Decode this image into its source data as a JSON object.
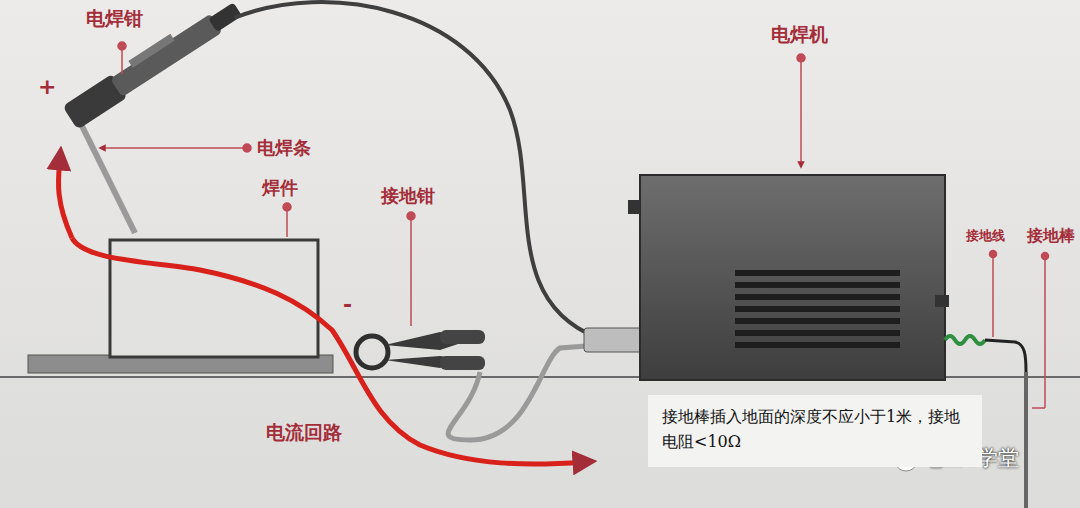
{
  "diagram": {
    "nodes": [
      {
        "text": [
          "接地棒插入地面的深度不应小于1米，接地电阻<10Ω"
        ]
      }
    ],
    "labels": [
      "电焊钳",
      "+",
      "电焊条",
      "焊件",
      "接地钳",
      "-",
      "电焊机",
      "接地线",
      "接地棒",
      "电流回路",
      "电工e学堂"
    ]
  }
}
